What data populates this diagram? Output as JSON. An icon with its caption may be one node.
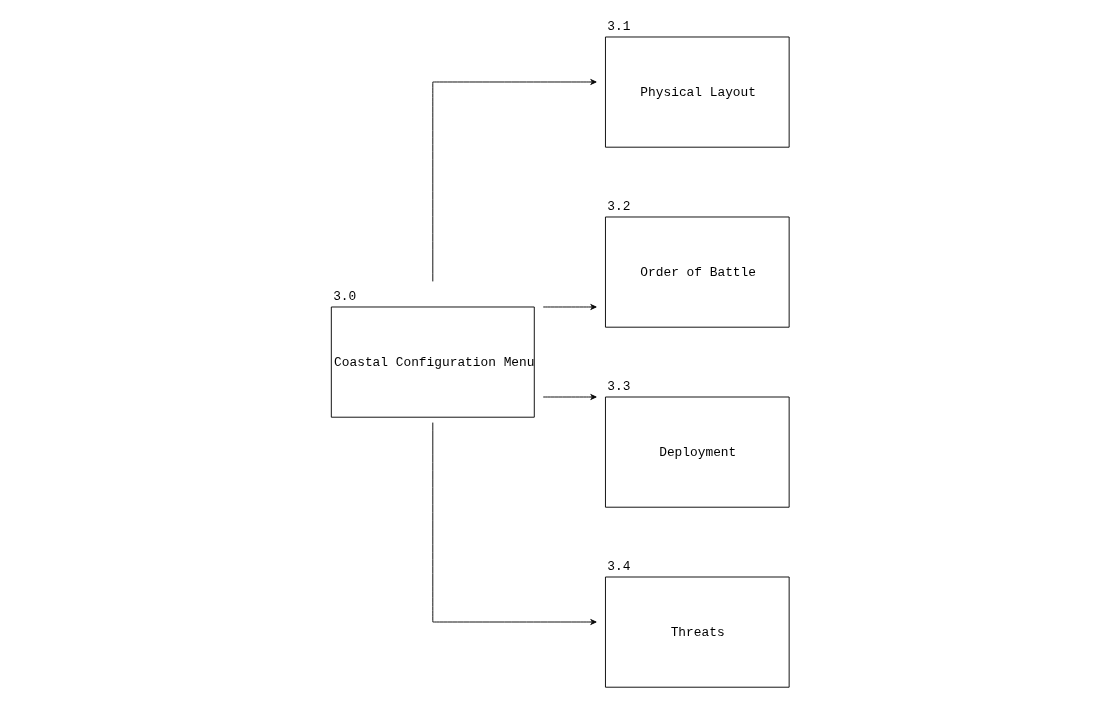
{
  "diagram": {
    "nodes": [
      {
        "text": [
          "3.0",
          "Coastal Configuration Menu"
        ]
      },
      {
        "text": [
          "3.1",
          "Physical Layout"
        ]
      },
      {
        "text": [
          "3.2",
          "Order of Battle"
        ]
      },
      {
        "text": [
          "3.3",
          "Deployment"
        ]
      },
      {
        "text": [
          "3.4",
          "Threats"
        ]
      }
    ],
    "edges": [
      {
        "from": 0,
        "to": 1,
        "arrow": "to"
      },
      {
        "from": 0,
        "to": 2,
        "arrow": "to"
      },
      {
        "from": 0,
        "to": 3,
        "arrow": "to"
      },
      {
        "from": 0,
        "to": 4,
        "arrow": "to"
      }
    ]
  }
}
